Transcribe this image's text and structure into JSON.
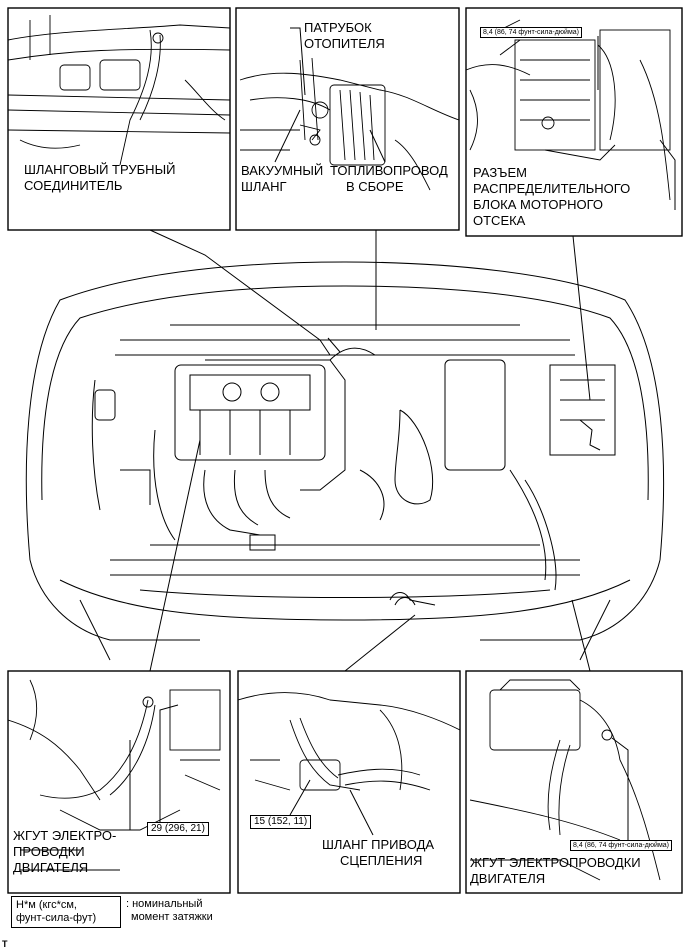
{
  "callouts": {
    "hose_connector": [
      "ШЛАНГОВЫЙ ТРУБНЫЙ",
      "СОЕДИНИТЕЛЬ"
    ],
    "heater_pipe": [
      "ПАТРУБОК",
      "ОТОПИТЕЛЯ"
    ],
    "vacuum_hose": [
      "ВАКУУМНЫЙ",
      "ШЛАНГ"
    ],
    "fuel_pipe": [
      "ТОПЛИВОПРОВОД",
      "В СБОРЕ"
    ],
    "relay_block": [
      "РАЗЪЕМ",
      "РАСПРЕДЕЛИТЕЛЬНОГО",
      "БЛОКА МОТОРНОГО",
      "ОТСЕКА"
    ],
    "wire_left": [
      "ЖГУТ ЭЛЕКТРО-",
      "ПРОВОДКИ",
      "ДВИГАТЕЛЯ"
    ],
    "clutch_hose": [
      "ШЛАНГ ПРИВОДА",
      "СЦЕПЛЕНИЯ"
    ],
    "wire_right": [
      "ЖГУТ ЭЛЕКТРОПРОВОДКИ",
      "ДВИГАТЕЛЯ"
    ]
  },
  "torques": {
    "relay_block": "8,4 (86, 74 фунт-сила-дюйма)",
    "wire_left": "29 (296, 21)",
    "clutch_hose": "15 (152, 11)",
    "wire_right": "8,4 (86, 74 фунт-сила-дюйма)"
  },
  "legend": {
    "unit": [
      "Н*м (кгс*см,",
      "фунт-сила-фут)"
    ],
    "meaning": [
      ": номинальный",
      "момент затяжки"
    ]
  },
  "corner_mark": "T"
}
